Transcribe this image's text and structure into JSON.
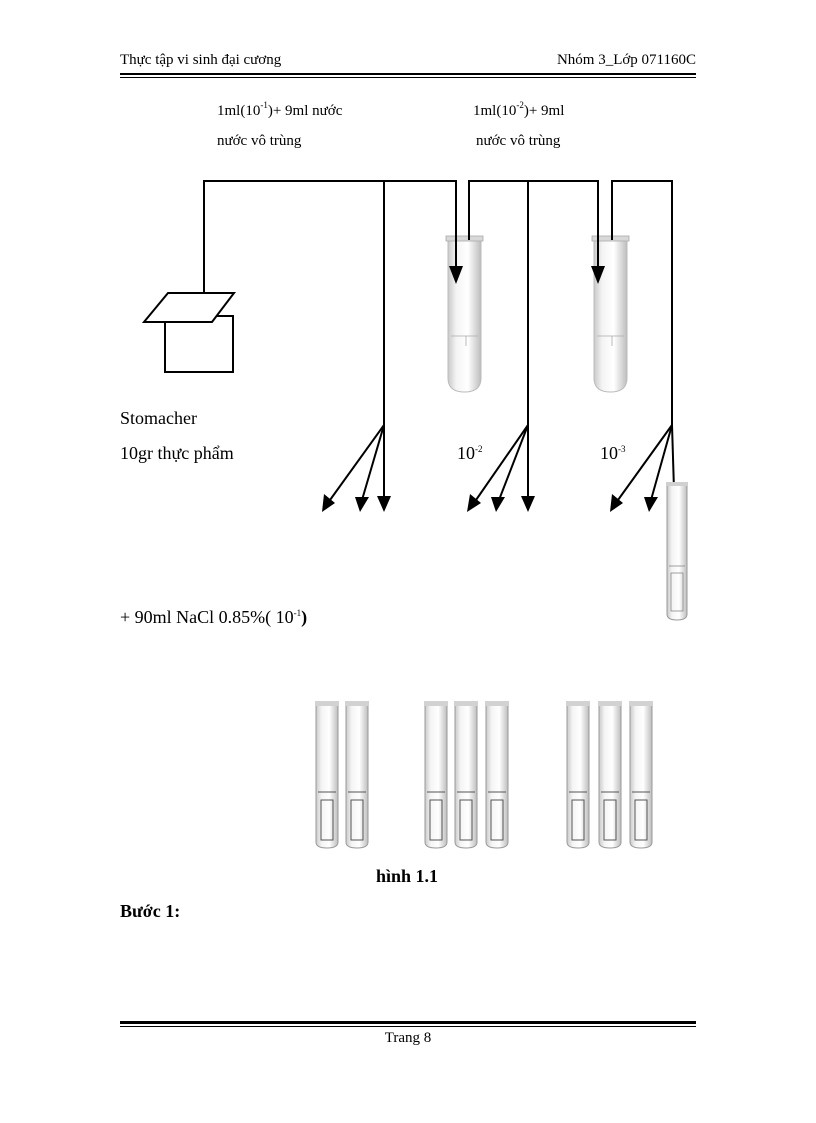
{
  "header": {
    "left": "Thực tập vi sinh đại cương",
    "right": "Nhóm 3_Lớp 071160C"
  },
  "diagram": {
    "transfer1_a": "1ml(10",
    "transfer1_sup": "-1",
    "transfer1_b": ")+ 9ml nước",
    "transfer1_line2": "nước vô trùng",
    "transfer2_a": "1ml(10",
    "transfer2_sup": "-2",
    "transfer2_b": ")+ 9ml",
    "transfer2_line2": "nước vô trùng",
    "stomacher_label": "Stomacher",
    "sample_label": "10gr thực phẩm",
    "dil2_base": "10",
    "dil2_sup": "-2",
    "dil3_base": "10",
    "dil3_sup": "-3",
    "nacl_a": "+ 90ml NaCl 0.85%( 10",
    "nacl_sup": "-1",
    "nacl_b": ")"
  },
  "figure_caption": "hình 1.1",
  "step_heading": "Bước 1:",
  "footer": {
    "page": "Trang 8"
  }
}
